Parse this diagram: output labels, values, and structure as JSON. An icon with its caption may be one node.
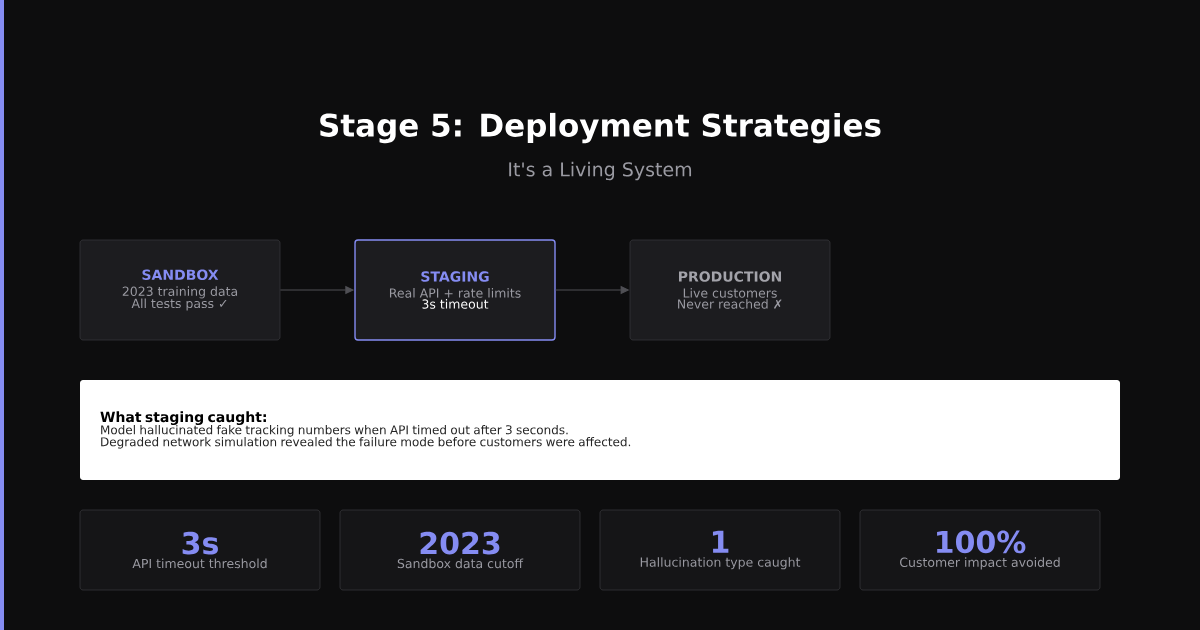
{
  "diagram": {
    "title": "Stage 5: Deployment Strategies",
    "nodes": [
      {
        "text": [
          "SANDBOX",
          "2023 training data",
          "All tests pass ✓"
        ]
      },
      {
        "text": [
          "STAGING",
          "Real API + rate limits",
          "3s timeout"
        ]
      },
      {
        "text": [
          "PRODUCTION",
          "Live customers",
          "Never reached ✗"
        ]
      },
      {
        "text": [
          "What staging caught:",
          "Model hallucinated fake tracking numbers when API timed out after 3 seconds.",
          "Degraded network simulation revealed the failure mode before customers were affected."
        ]
      },
      {
        "text": [
          "3s",
          "API timeout threshold"
        ]
      },
      {
        "text": [
          "2023",
          "Sandbox data cutoff"
        ]
      },
      {
        "text": [
          "1",
          "Hallucination type caught"
        ]
      },
      {
        "text": [
          "100%",
          "Customer impact avoided"
        ]
      }
    ],
    "edges": [
      {
        "from": 0,
        "to": 1,
        "arrow": "to"
      },
      {
        "from": 1,
        "to": 2,
        "arrow": "to"
      }
    ],
    "labels": [
      "It's a Living System"
    ]
  }
}
